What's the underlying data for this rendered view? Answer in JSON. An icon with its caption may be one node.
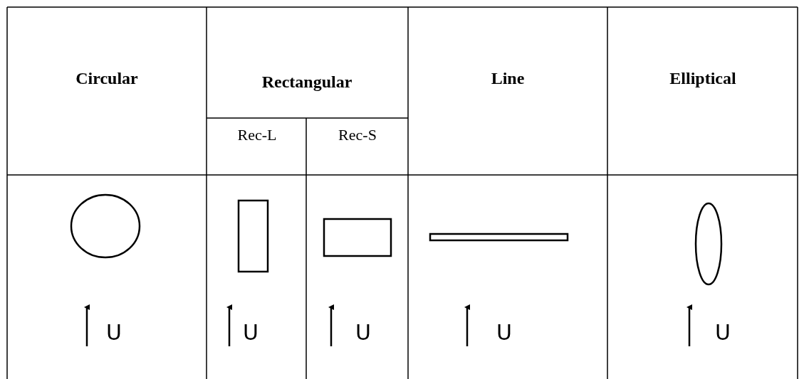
{
  "diagram": {
    "labels": [
      "Circular",
      "Rectangular",
      "Line",
      "Elliptical",
      "Rec-L",
      "Rec-S",
      "U",
      "U",
      "U",
      "U",
      "U"
    ]
  }
}
